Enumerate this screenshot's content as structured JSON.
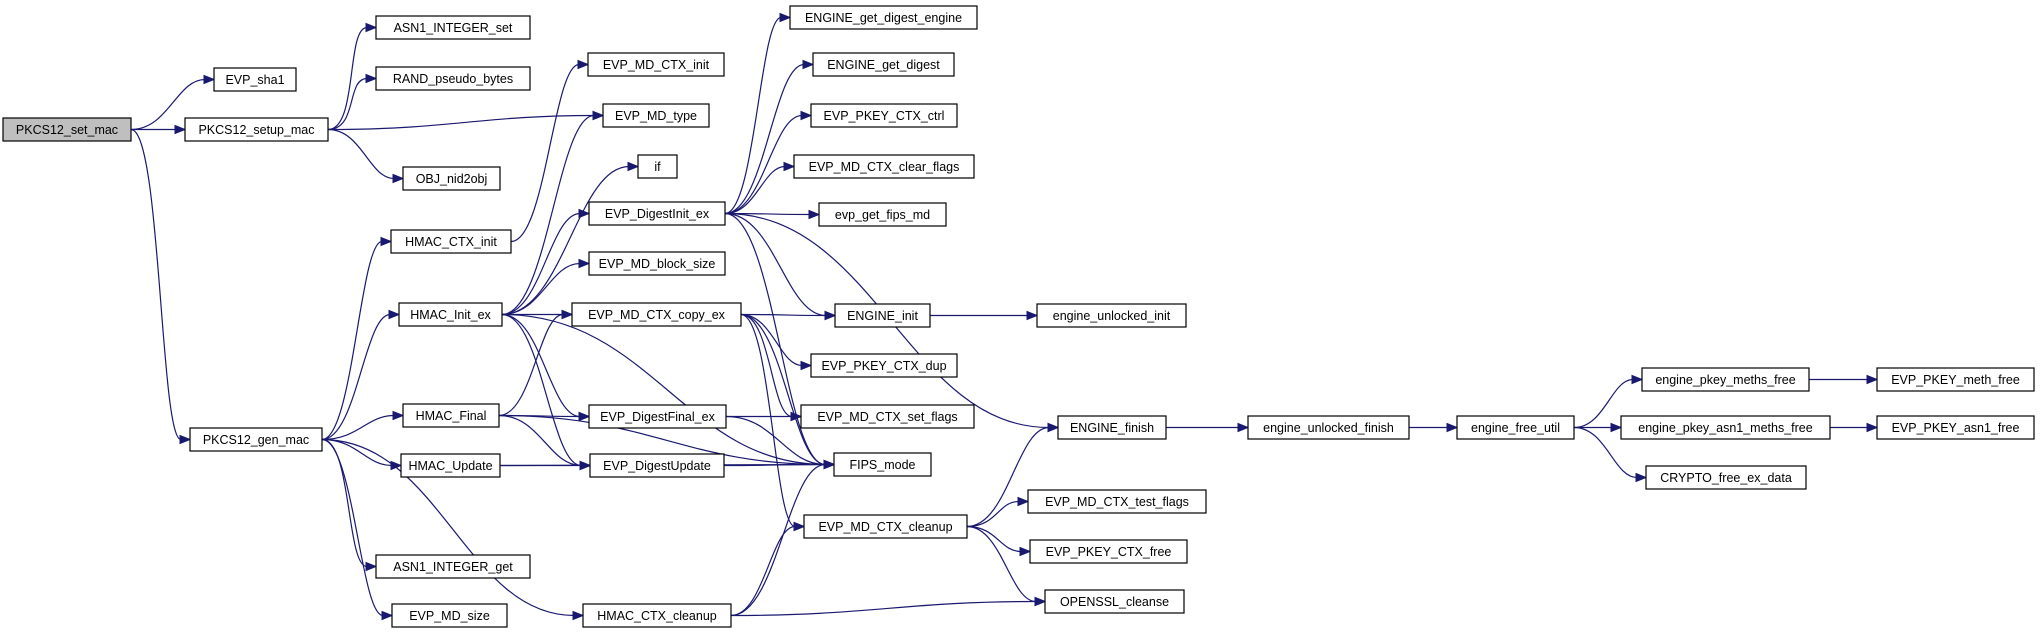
{
  "colors": {
    "edge": "#191970",
    "root_fill": "#bfbfbf",
    "node_fill": "#ffffff",
    "node_border": "#000000"
  },
  "nodes": {
    "pkcs12_set_mac": "PKCS12_set_mac",
    "evp_sha1": "EVP_sha1",
    "pkcs12_setup_mac": "PKCS12_setup_mac",
    "asn1_integer_set": "ASN1_INTEGER_set",
    "rand_pseudo_bytes": "RAND_pseudo_bytes",
    "obj_nid2obj": "OBJ_nid2obj",
    "evp_md_ctx_init": "EVP_MD_CTX_init",
    "evp_md_type": "EVP_MD_type",
    "if": "if",
    "hmac_ctx_init": "HMAC_CTX_init",
    "evp_digestinit_ex": "EVP_DigestInit_ex",
    "evp_md_block_size": "EVP_MD_block_size",
    "hmac_init_ex": "HMAC_Init_ex",
    "evp_md_ctx_copy_ex": "EVP_MD_CTX_copy_ex",
    "engine_get_digest_engine": "ENGINE_get_digest_engine",
    "engine_get_digest": "ENGINE_get_digest",
    "evp_pkey_ctx_ctrl": "EVP_PKEY_CTX_ctrl",
    "evp_md_ctx_clear_flags": "EVP_MD_CTX_clear_flags",
    "evp_get_fips_md": "evp_get_fips_md",
    "engine_init": "ENGINE_init",
    "engine_unlocked_init": "engine_unlocked_init",
    "evp_pkey_ctx_dup": "EVP_PKEY_CTX_dup",
    "pkcs12_gen_mac": "PKCS12_gen_mac",
    "hmac_final": "HMAC_Final",
    "evp_digestfinal_ex": "EVP_DigestFinal_ex",
    "evp_md_ctx_set_flags": "EVP_MD_CTX_set_flags",
    "hmac_update": "HMAC_Update",
    "evp_digestupdate": "EVP_DigestUpdate",
    "fips_mode": "FIPS_mode",
    "engine_finish": "ENGINE_finish",
    "engine_unlocked_finish": "engine_unlocked_finish",
    "engine_free_util": "engine_free_util",
    "engine_pkey_meths_free": "engine_pkey_meths_free",
    "evp_pkey_meth_free": "EVP_PKEY_meth_free",
    "engine_pkey_asn1_meths_free": "engine_pkey_asn1_meths_free",
    "evp_pkey_asn1_free": "EVP_PKEY_asn1_free",
    "crypto_free_ex_data": "CRYPTO_free_ex_data",
    "evp_md_ctx_cleanup": "EVP_MD_CTX_cleanup",
    "evp_md_ctx_test_flags": "EVP_MD_CTX_test_flags",
    "evp_pkey_ctx_free": "EVP_PKEY_CTX_free",
    "asn1_integer_get": "ASN1_INTEGER_get",
    "evp_md_size": "EVP_MD_size",
    "hmac_ctx_cleanup": "HMAC_CTX_cleanup",
    "openssl_cleanse": "OPENSSL_cleanse"
  },
  "edges": [
    [
      "pkcs12_set_mac",
      "evp_sha1"
    ],
    [
      "pkcs12_set_mac",
      "pkcs12_setup_mac"
    ],
    [
      "pkcs12_set_mac",
      "pkcs12_gen_mac"
    ],
    [
      "pkcs12_setup_mac",
      "asn1_integer_set"
    ],
    [
      "pkcs12_setup_mac",
      "rand_pseudo_bytes"
    ],
    [
      "pkcs12_setup_mac",
      "evp_md_type"
    ],
    [
      "pkcs12_setup_mac",
      "obj_nid2obj"
    ],
    [
      "pkcs12_gen_mac",
      "hmac_ctx_init"
    ],
    [
      "pkcs12_gen_mac",
      "hmac_init_ex"
    ],
    [
      "pkcs12_gen_mac",
      "hmac_final"
    ],
    [
      "pkcs12_gen_mac",
      "hmac_update"
    ],
    [
      "pkcs12_gen_mac",
      "asn1_integer_get"
    ],
    [
      "pkcs12_gen_mac",
      "evp_md_size"
    ],
    [
      "pkcs12_gen_mac",
      "hmac_ctx_cleanup"
    ],
    [
      "hmac_ctx_init",
      "evp_md_ctx_init"
    ],
    [
      "hmac_init_ex",
      "evp_md_type"
    ],
    [
      "hmac_init_ex",
      "if"
    ],
    [
      "hmac_init_ex",
      "evp_digestinit_ex"
    ],
    [
      "hmac_init_ex",
      "evp_md_block_size"
    ],
    [
      "hmac_init_ex",
      "evp_md_ctx_copy_ex"
    ],
    [
      "hmac_init_ex",
      "evp_digestfinal_ex"
    ],
    [
      "hmac_init_ex",
      "evp_digestupdate"
    ],
    [
      "hmac_init_ex",
      "fips_mode"
    ],
    [
      "hmac_final",
      "evp_md_ctx_copy_ex"
    ],
    [
      "hmac_final",
      "evp_digestfinal_ex"
    ],
    [
      "hmac_final",
      "evp_digestupdate"
    ],
    [
      "hmac_final",
      "fips_mode"
    ],
    [
      "hmac_update",
      "evp_digestupdate"
    ],
    [
      "hmac_update",
      "fips_mode"
    ],
    [
      "hmac_ctx_cleanup",
      "evp_md_ctx_cleanup"
    ],
    [
      "hmac_ctx_cleanup",
      "openssl_cleanse"
    ],
    [
      "hmac_ctx_cleanup",
      "fips_mode"
    ],
    [
      "evp_digestinit_ex",
      "engine_get_digest_engine"
    ],
    [
      "evp_digestinit_ex",
      "engine_get_digest"
    ],
    [
      "evp_digestinit_ex",
      "evp_pkey_ctx_ctrl"
    ],
    [
      "evp_digestinit_ex",
      "evp_md_ctx_clear_flags"
    ],
    [
      "evp_digestinit_ex",
      "evp_get_fips_md"
    ],
    [
      "evp_digestinit_ex",
      "engine_init"
    ],
    [
      "evp_digestinit_ex",
      "engine_finish"
    ],
    [
      "evp_digestinit_ex",
      "fips_mode"
    ],
    [
      "evp_md_ctx_copy_ex",
      "engine_init"
    ],
    [
      "evp_md_ctx_copy_ex",
      "evp_pkey_ctx_dup"
    ],
    [
      "evp_md_ctx_copy_ex",
      "evp_md_ctx_set_flags"
    ],
    [
      "evp_md_ctx_copy_ex",
      "fips_mode"
    ],
    [
      "evp_md_ctx_copy_ex",
      "evp_md_ctx_cleanup"
    ],
    [
      "evp_digestfinal_ex",
      "evp_md_ctx_set_flags"
    ],
    [
      "evp_digestfinal_ex",
      "fips_mode"
    ],
    [
      "evp_digestupdate",
      "fips_mode"
    ],
    [
      "engine_init",
      "engine_unlocked_init"
    ],
    [
      "engine_finish",
      "engine_unlocked_finish"
    ],
    [
      "engine_unlocked_finish",
      "engine_free_util"
    ],
    [
      "engine_free_util",
      "engine_pkey_meths_free"
    ],
    [
      "engine_free_util",
      "engine_pkey_asn1_meths_free"
    ],
    [
      "engine_free_util",
      "crypto_free_ex_data"
    ],
    [
      "engine_pkey_meths_free",
      "evp_pkey_meth_free"
    ],
    [
      "engine_pkey_asn1_meths_free",
      "evp_pkey_asn1_free"
    ],
    [
      "evp_md_ctx_cleanup",
      "evp_md_ctx_test_flags"
    ],
    [
      "evp_md_ctx_cleanup",
      "evp_pkey_ctx_free"
    ],
    [
      "evp_md_ctx_cleanup",
      "openssl_cleanse"
    ],
    [
      "evp_md_ctx_cleanup",
      "engine_finish"
    ]
  ]
}
